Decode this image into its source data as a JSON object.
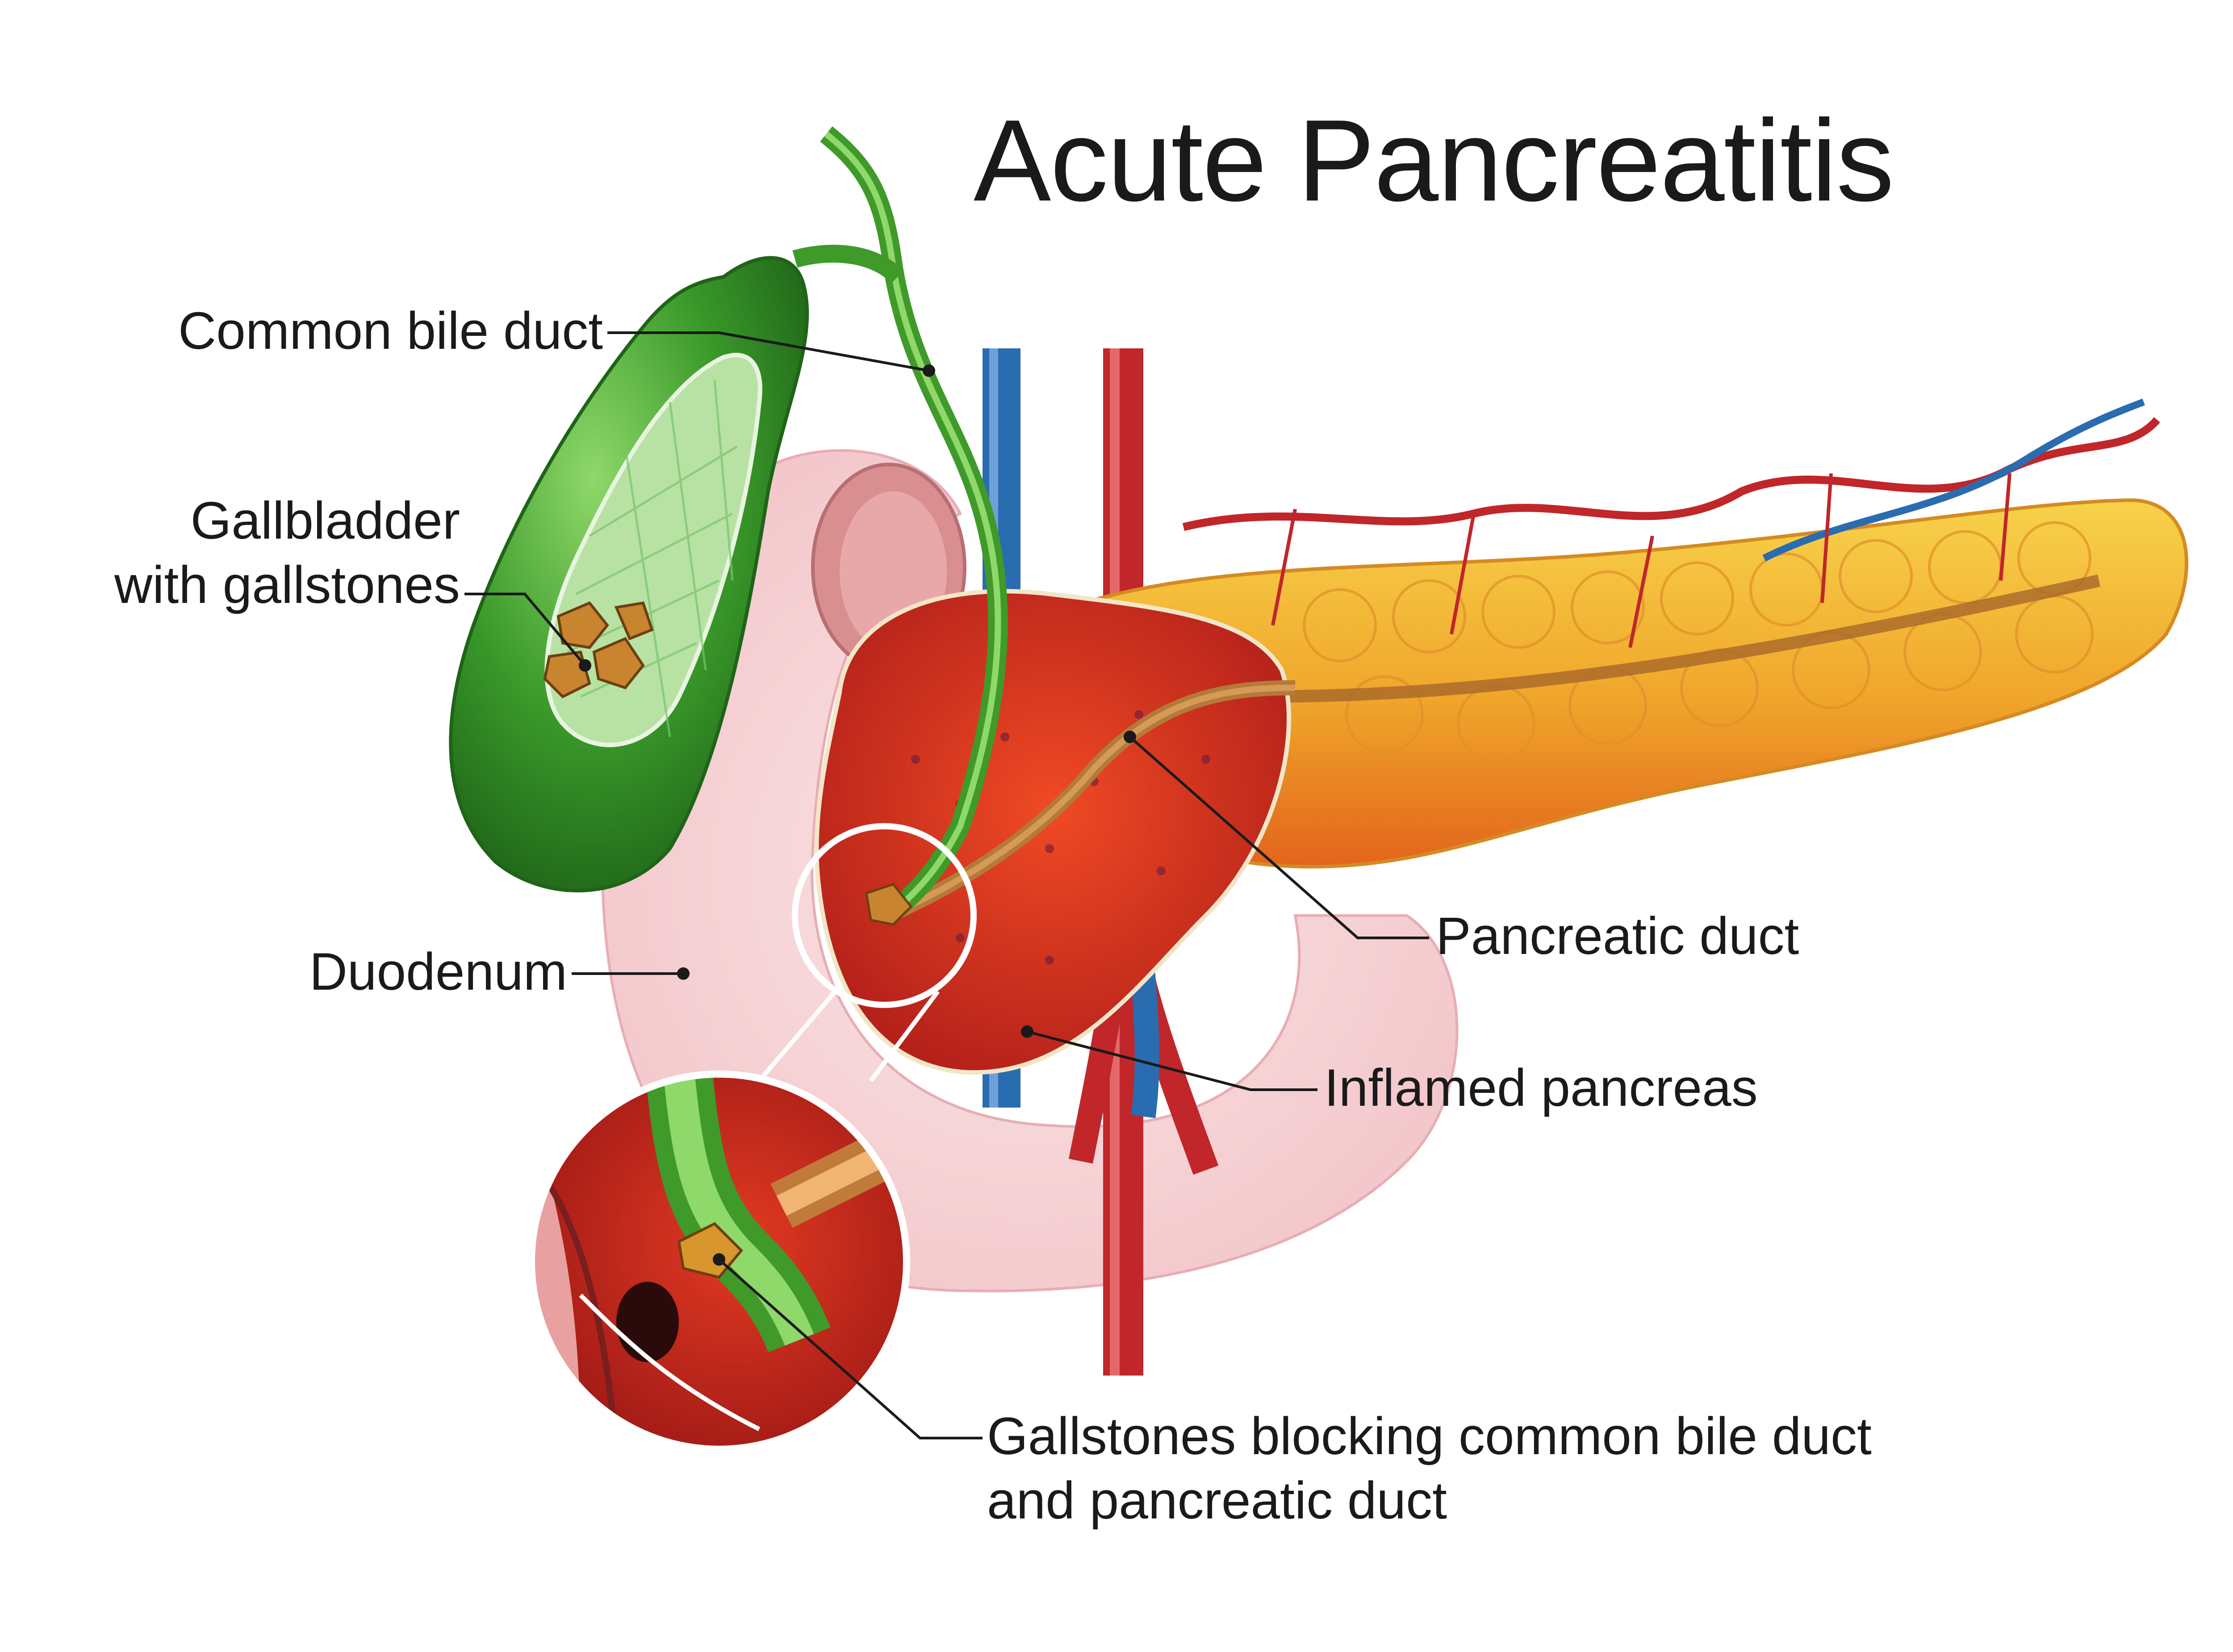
{
  "title": "Acute Pancreatitis",
  "labels": {
    "common_bile_duct": "Common bile duct",
    "gallbladder_line1": "Gallbladder",
    "gallbladder_line2": "with gallstones",
    "duodenum": "Duodenum",
    "pancreatic_duct": "Pancreatic duct",
    "inflamed_pancreas": "Inflamed pancreas",
    "gallstones_line1": "Gallstones blocking common bile duct",
    "gallstones_line2": "and pancreatic duct"
  },
  "colors": {
    "gallbladder": "#3a9a2a",
    "bile_duct": "#4fae35",
    "pancreas_healthy": "#f2b12e",
    "pancreas_inflamed": "#d8321c",
    "artery": "#c0262a",
    "vein": "#2a6cb0",
    "duodenum": "#f6d3d6",
    "gallstone": "#c8842e"
  }
}
